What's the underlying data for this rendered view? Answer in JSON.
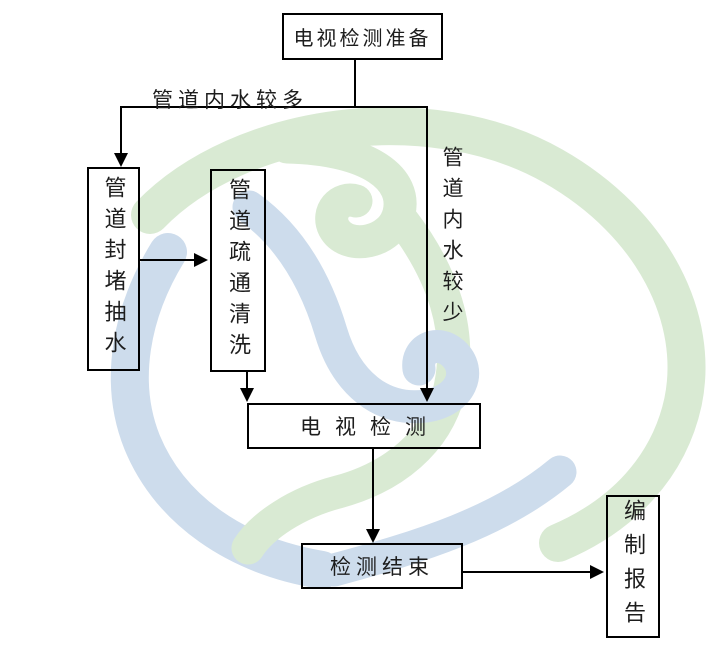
{
  "flowchart": {
    "nodes": {
      "prepare": "电视检测准备",
      "block_pump": "管道封堵抽水",
      "dredge_clean": "管道疏通清洗",
      "tv_inspect": "电视检测",
      "inspect_end": "检测结束",
      "report": "编制报告"
    },
    "edge_labels": {
      "more_water": "管道内水较多",
      "less_water": "管道内水较少"
    },
    "colors": {
      "line": "#000000",
      "text": "#1d1d1d",
      "watermark_green": "#d9ead3",
      "watermark_blue": "#cddcec"
    }
  }
}
